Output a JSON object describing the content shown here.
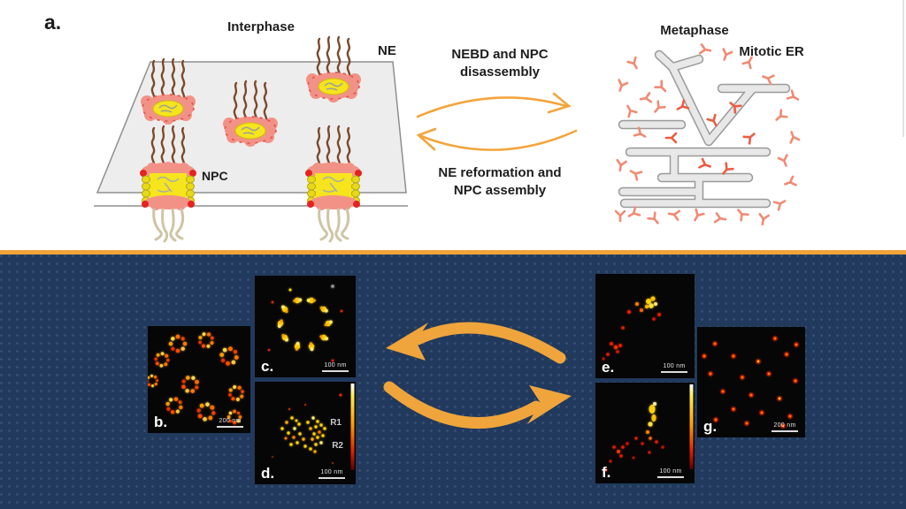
{
  "panel_a": {
    "label": "a.",
    "interphase_title": "Interphase",
    "ne_label": "NE",
    "npc_label": "NPC",
    "forward_process": "NEBD and NPC disassembly",
    "reverse_process": "NE reformation and NPC assembly",
    "metaphase_title": "Metaphase",
    "mitotic_er_label": "Mitotic ER"
  },
  "micrographs": [
    {
      "id": "b",
      "label": "b.",
      "scale_bar": "200 nm"
    },
    {
      "id": "c",
      "label": "c.",
      "scale_bar": "100 nm"
    },
    {
      "id": "d",
      "label": "d.",
      "scale_bar": "100 nm",
      "annotations": {
        "r1": "R1",
        "r2": "R2"
      }
    },
    {
      "id": "e",
      "label": "e.",
      "scale_bar": "100 nm"
    },
    {
      "id": "f",
      "label": "f.",
      "scale_bar": "100 nm"
    },
    {
      "id": "g",
      "label": "g.",
      "scale_bar": "200 nm"
    }
  ],
  "colors": {
    "slide_background": "#ffffff",
    "lower_band_background": "#21395c",
    "divider_accent": "#f0a437",
    "cycle_arrow_accent": "#efa53c",
    "npc_membrane_pink": "#f29287",
    "npc_core_yellow": "#f6e41d",
    "er_fragment_salmon": "#f18a73",
    "micrograph_background": "#060606"
  }
}
